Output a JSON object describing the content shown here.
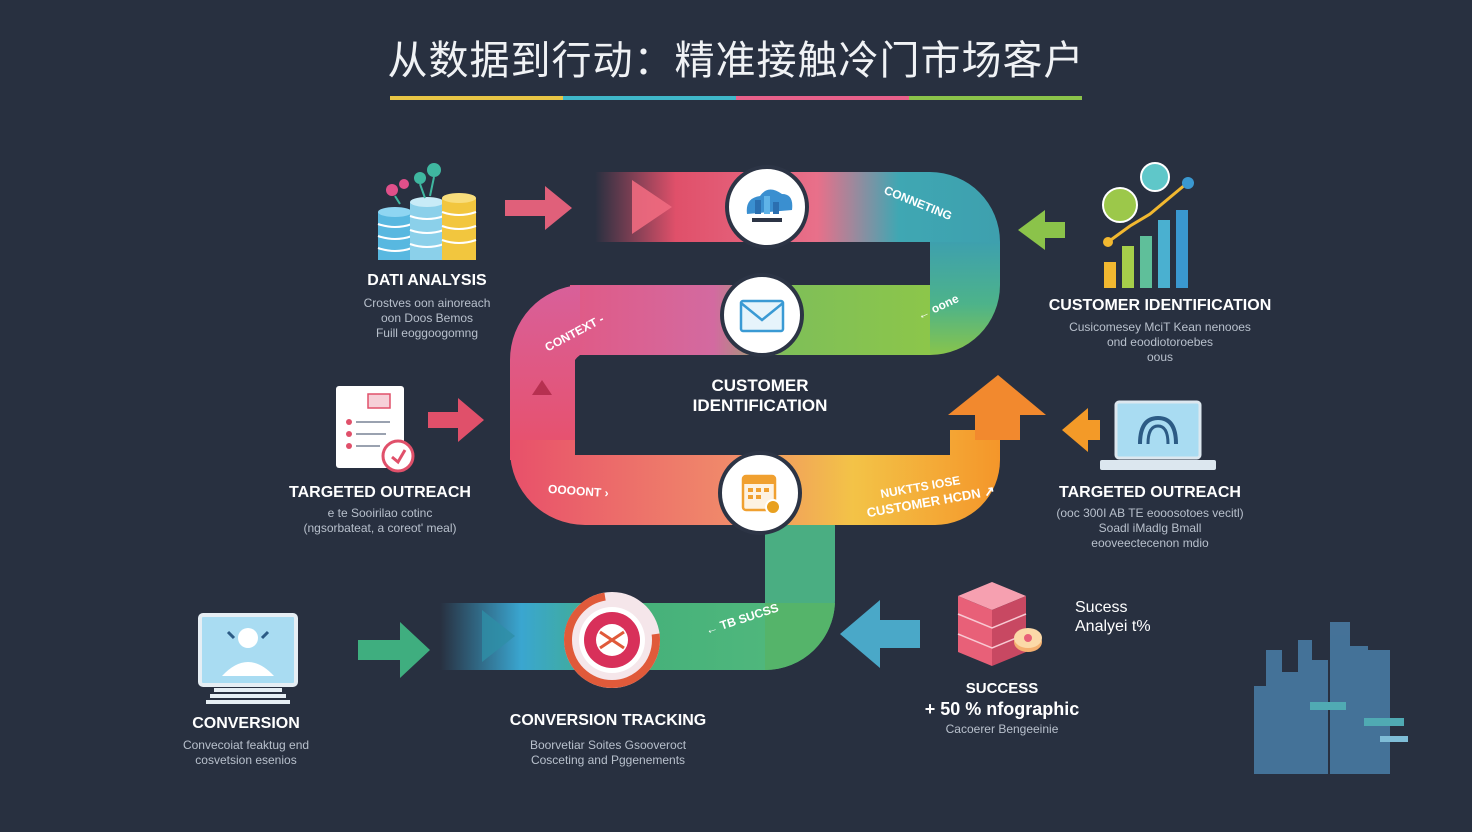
{
  "title": "从数据到行动：精准接触冷门市场客户",
  "title_rule_colors": [
    "#e8c545",
    "#3fb7c9",
    "#e8608a",
    "#8bc34a"
  ],
  "center_label": [
    "CUSTOMER",
    "IDENTIFICATION"
  ],
  "nodes": {
    "data_analysis": {
      "title": "DATI ANALYSIS",
      "desc": [
        "Crostves oon ainoreach",
        "oon Doos Bemos",
        "Fuill eoggoogomng"
      ]
    },
    "customer_identification": {
      "title": "CUSTOMER IDENTIFICATION",
      "desc": [
        "Cusicomesey MciT Kean nenooes",
        "ond eoodiotoroebes",
        "oous"
      ]
    },
    "targeted_outreach_left": {
      "title": "TARGETED OUTREACH",
      "desc": [
        "e te Sooirilao cotinc",
        "(ngsorbateat, a coreot' meal)"
      ]
    },
    "targeted_outreach_right": {
      "title": "TARGETED OUTREACH",
      "desc": [
        "(ooc 300I AB TE eooosotoes vecitl)",
        "Soadl iMadlg Bmall",
        "eooveectecenon mdio"
      ]
    },
    "conversion": {
      "title": "CONVERSION",
      "desc": [
        "Convecoiat feaktug end",
        "cosvetsion esenios"
      ]
    },
    "conversion_tracking": {
      "title": "CONVERSION TRACKING",
      "desc": [
        "Boorvetiar Soites Gsooveroct",
        "Cosceting and Pggenements"
      ]
    },
    "success": {
      "title": "SUCCESS",
      "headline": "+ 50 % nfographic",
      "desc": [
        "Cacoerer Bengeeinie"
      ]
    },
    "success_side": [
      "Sucess",
      "Analyei t%"
    ]
  },
  "path_texts": [
    "CONNETING",
    "← oone",
    "CONTEXT -",
    "OOOONT ›",
    "NUKTTS IOSE",
    "CUSTOMER HCDN ↗",
    "← TB SUCSS"
  ],
  "icons": [
    "cloud-icon",
    "envelope-icon",
    "calendar-icon",
    "target-icon",
    "database-stack-icon",
    "growth-chart-icon",
    "checklist-document-icon",
    "laptop-icon",
    "computer-monitor-icon",
    "cube-stack-icon",
    "city-skyline-icon"
  ]
}
